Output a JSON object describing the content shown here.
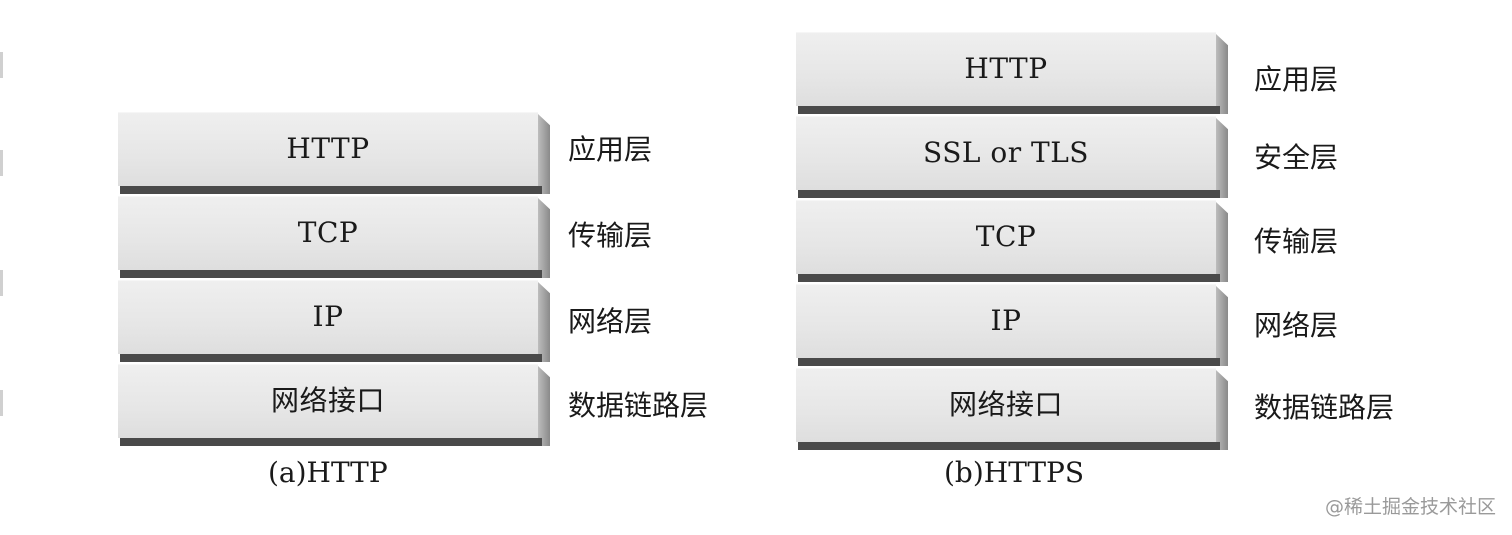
{
  "diagrams": {
    "http": {
      "caption": "(a)HTTP",
      "layers": [
        {
          "name": "HTTP",
          "label": "应用层"
        },
        {
          "name": "TCP",
          "label": "传输层"
        },
        {
          "name": "IP",
          "label": "网络层"
        },
        {
          "name": "网络接口",
          "label": "数据链路层"
        }
      ]
    },
    "https": {
      "caption": "(b)HTTPS",
      "layers": [
        {
          "name": "HTTP",
          "label": "应用层"
        },
        {
          "name": "SSL or TLS",
          "label": "安全层"
        },
        {
          "name": "TCP",
          "label": "传输层"
        },
        {
          "name": "IP",
          "label": "网络层"
        },
        {
          "name": "网络接口",
          "label": "数据链路层"
        }
      ]
    }
  },
  "watermark": "@稀土掘金技术社区"
}
